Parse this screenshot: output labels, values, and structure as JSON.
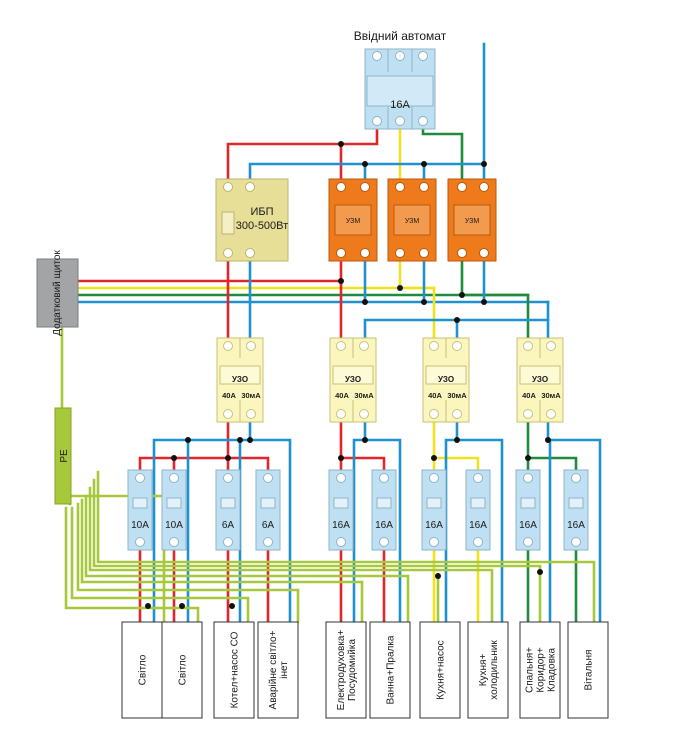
{
  "title": "Ввідний автомат",
  "main_breaker": {
    "rating": "16A"
  },
  "ups": {
    "line1": "ИБП",
    "line2": "300-500Вт"
  },
  "uzm_label": "УЗМ",
  "extra_panel": "Додатковий щиток",
  "pe_label": "PE",
  "rcd": {
    "label": "УЗО",
    "rating": "40A",
    "leak": "30мА"
  },
  "breakers": [
    "10A",
    "10A",
    "6A",
    "6A",
    "16A",
    "16A",
    "16A",
    "16A",
    "16A",
    "16A"
  ],
  "loads": [
    "Світло",
    "Світло",
    "Котел+насос СО",
    "Аварійне світло+ інет",
    "Електродуховка+ Посудомийка",
    "Ванна+Пралка",
    "Кухня+насос",
    "Кухня+ холодильник",
    "Спальня+ Коридор+ Кладовка",
    "Вітальня"
  ],
  "colors": {
    "phase_red": "#e0262b",
    "phase_yellow": "#f2e21b",
    "phase_green": "#1f8b3d",
    "neutral": "#1d92cf",
    "pe": "#a7c83a",
    "breaker_fill": "#bfe0f2",
    "rcd_fill": "#fbf6bd",
    "ups_fill": "#e7df97",
    "uzm_fill": "#ef7a1b",
    "panel_fill": "#a2a4a6"
  }
}
